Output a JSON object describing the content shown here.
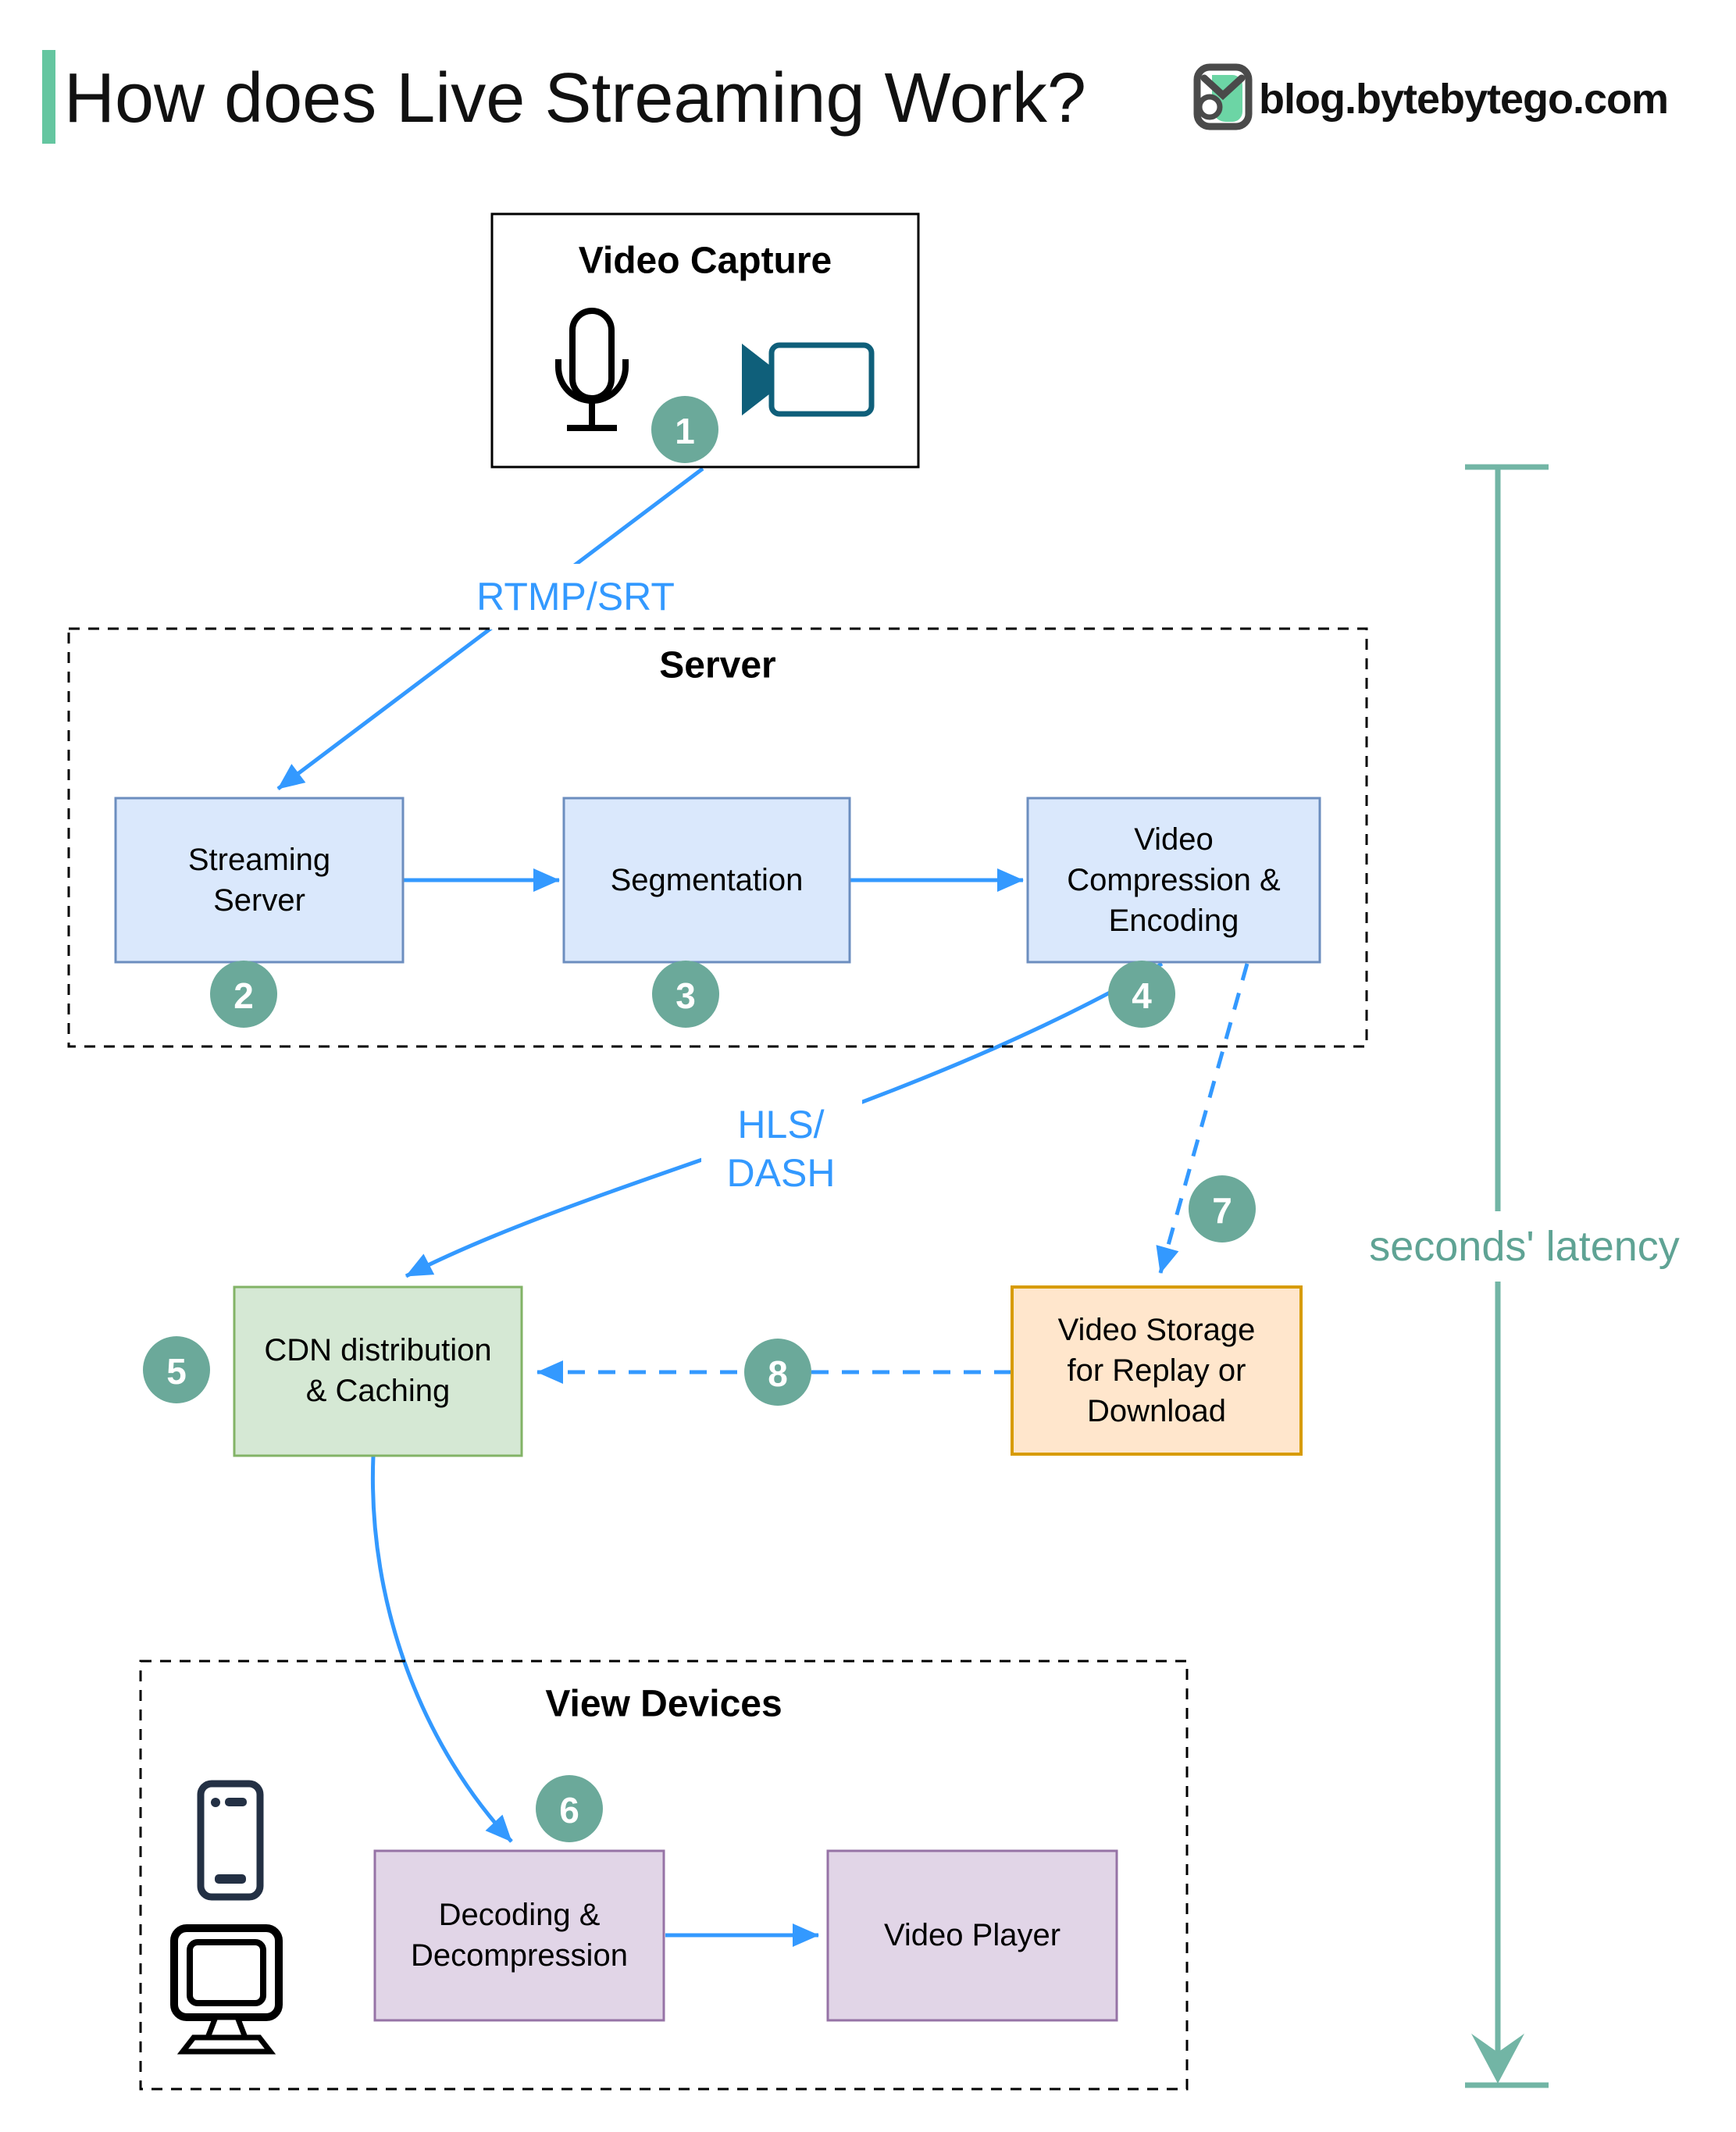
{
  "header": {
    "title": "How does Live Streaming Work?",
    "site": "blog.bytebytego.com"
  },
  "groups": {
    "server": "Server",
    "view_devices": "View Devices"
  },
  "nodes": {
    "video_capture": {
      "title": "Video Capture"
    },
    "streaming_server": {
      "lines": [
        "Streaming",
        "Server"
      ]
    },
    "segmentation": {
      "lines": [
        "Segmentation"
      ]
    },
    "video_compression": {
      "lines": [
        "Video",
        "Compression &",
        "Encoding"
      ]
    },
    "cdn": {
      "lines": [
        "CDN distribution",
        "& Caching"
      ]
    },
    "video_storage": {
      "lines": [
        "Video Storage",
        "for Replay or",
        "Download"
      ]
    },
    "decoding": {
      "lines": [
        "Decoding &",
        "Decompression"
      ]
    },
    "video_player": {
      "lines": [
        "Video Player"
      ]
    }
  },
  "edge_labels": {
    "rtmp": "RTMP/SRT",
    "hls_line1": "HLS/",
    "hls_line2": "DASH",
    "latency": "seconds' latency"
  },
  "steps": {
    "s1": "1",
    "s2": "2",
    "s3": "3",
    "s4": "4",
    "s5": "5",
    "s6": "6",
    "s7": "7",
    "s8": "8"
  },
  "colors": {
    "accent_bar": "#64C6A0",
    "arrow_blue": "#3399FF",
    "badge_teal": "#6BA99A",
    "latency_teal": "#72B5A5",
    "latency_text_teal": "#5FA394",
    "box_blue_fill": "#DAE8FC",
    "box_blue_stroke": "#6C8EBF",
    "box_green_fill": "#D5E8D4",
    "box_green_stroke": "#82B366",
    "box_orange_fill": "#FFE6CC",
    "box_orange_stroke": "#D79B00",
    "box_purple_fill": "#E1D5E7",
    "box_purple_stroke": "#9673A6",
    "camera_teal": "#0F5F7A",
    "phone_navy": "#233044",
    "logo_gray": "#4A4A4A",
    "logo_mint": "#6CD5A5"
  }
}
